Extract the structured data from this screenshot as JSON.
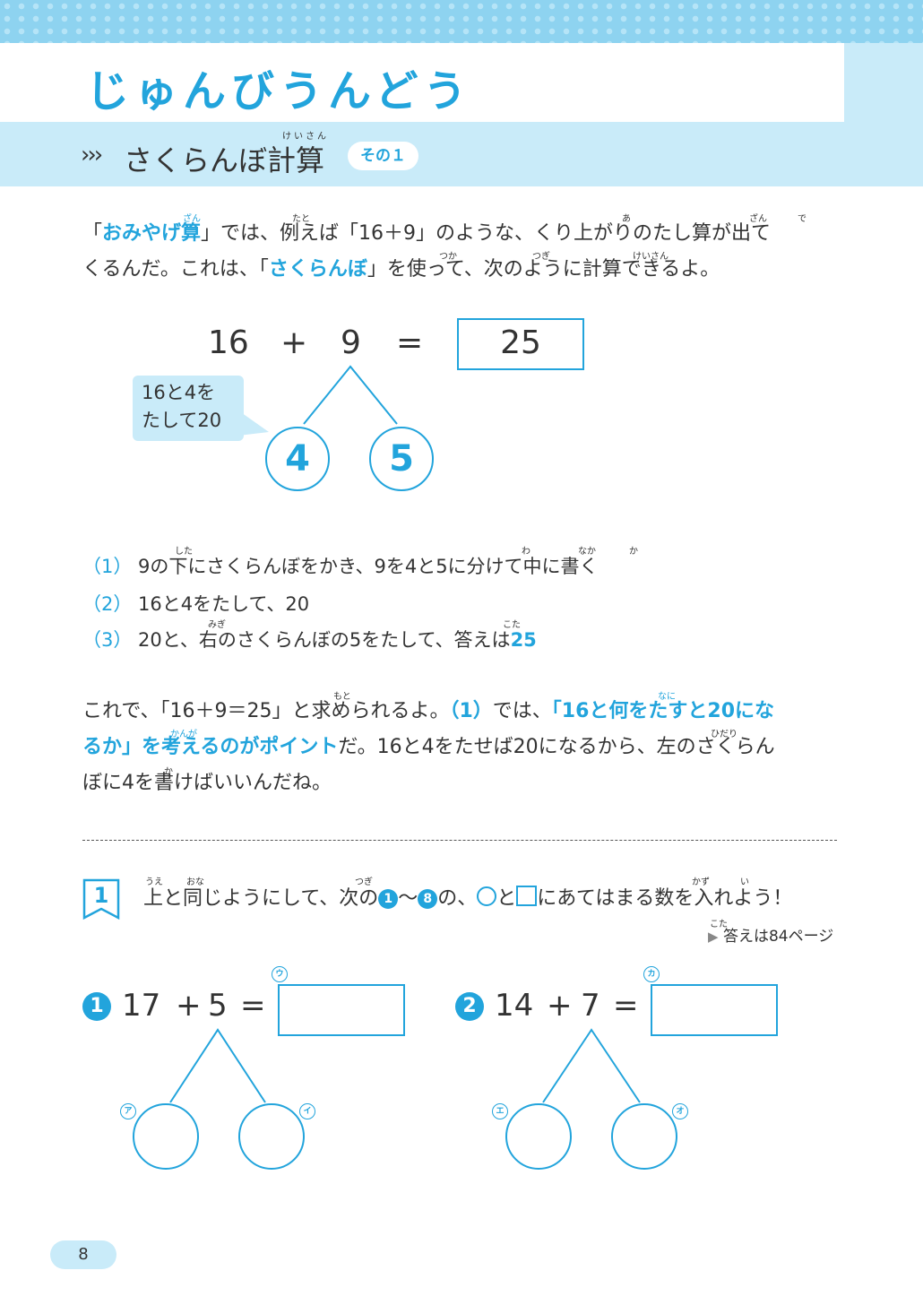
{
  "header": {
    "title": "じゅんびうんどう",
    "subtitle_chevrons": "›››",
    "subtitle": "さくらんぼ計算",
    "subtitle_ruby": "けいさん",
    "badge": "その１"
  },
  "intro": {
    "line1": [
      {
        "t": "「",
        "c": 0
      },
      {
        "t": "おみやげ算",
        "c": 1
      },
      {
        "t": "」では、例えば「16＋9」のような、くり上がりのたし算が出て",
        "c": 0
      }
    ],
    "line2": [
      {
        "t": "くるんだ。これは、「",
        "c": 0
      },
      {
        "t": "さくらんぼ",
        "c": 1
      },
      {
        "t": "」を使って、次のように計算できるよ。",
        "c": 0
      }
    ],
    "ruby": [
      "ざん",
      "たと",
      "あ",
      "ざん",
      "で",
      "つか",
      "つぎ",
      "けいさん"
    ]
  },
  "example": {
    "a": "16",
    "op": "+",
    "b": "9",
    "eq": "=",
    "answer": "25",
    "bubble": "16と4を\nたして20",
    "left": "4",
    "right": "5"
  },
  "steps": [
    {
      "num": "（1）",
      "parts": [
        {
          "t": "9の下にさくらんぼをかき、9を4と5に分けて中に書く",
          "c": 0
        }
      ]
    },
    {
      "num": "（2）",
      "parts": [
        {
          "t": "16と4をたして、20",
          "c": 0
        }
      ]
    },
    {
      "num": "（3）",
      "parts": [
        {
          "t": "20と、右のさくらんぼの5をたして、答えは",
          "c": 0
        },
        {
          "t": "25",
          "c": 1
        }
      ]
    }
  ],
  "steps_ruby": [
    "した",
    "わ",
    "なか",
    "か",
    "みぎ",
    "こた"
  ],
  "explanation": {
    "line1": [
      {
        "t": "これで、「16＋9＝25」と求められるよ。",
        "c": 0
      },
      {
        "t": "（1）",
        "c": 1
      },
      {
        "t": "では、",
        "c": 0
      },
      {
        "t": "「16と何をたすと20にな",
        "c": 1
      }
    ],
    "line2": [
      {
        "t": "るか」を考えるのがポイント",
        "c": 1
      },
      {
        "t": "だ。16と4をたせば20になるから、左のさくらん",
        "c": 0
      }
    ],
    "line3": [
      {
        "t": "ぼに4を書けばいいんだね。",
        "c": 0
      }
    ],
    "ruby": [
      "もと",
      "なに",
      "かんが",
      "ひだり",
      "か"
    ]
  },
  "problem": {
    "number": "1",
    "text_a": "上と同じようにして、次の",
    "range_start": "1",
    "range_sep": "〜",
    "range_end": "8",
    "text_b": "の、",
    "text_c": "と",
    "text_d": "にあてはまる数を入れよう！",
    "ruby": [
      "うえ",
      "おな",
      "つぎ",
      "かず",
      "い"
    ],
    "ref_arrow": "▶",
    "ref": "答えは84ページ",
    "ref_ruby": "こた"
  },
  "exercises": [
    {
      "num": "1",
      "a": "17",
      "op": "+",
      "b": "5",
      "eq": "=",
      "box_label": "ウ",
      "left_label": "ア",
      "right_label": "イ"
    },
    {
      "num": "2",
      "a": "14",
      "op": "+",
      "b": "7",
      "eq": "=",
      "box_label": "カ",
      "left_label": "エ",
      "right_label": "オ"
    }
  ],
  "page_number": "8",
  "colors": {
    "accent": "#22a4dc",
    "band": "#c9ebf9",
    "dots": "#8ed3f0"
  }
}
